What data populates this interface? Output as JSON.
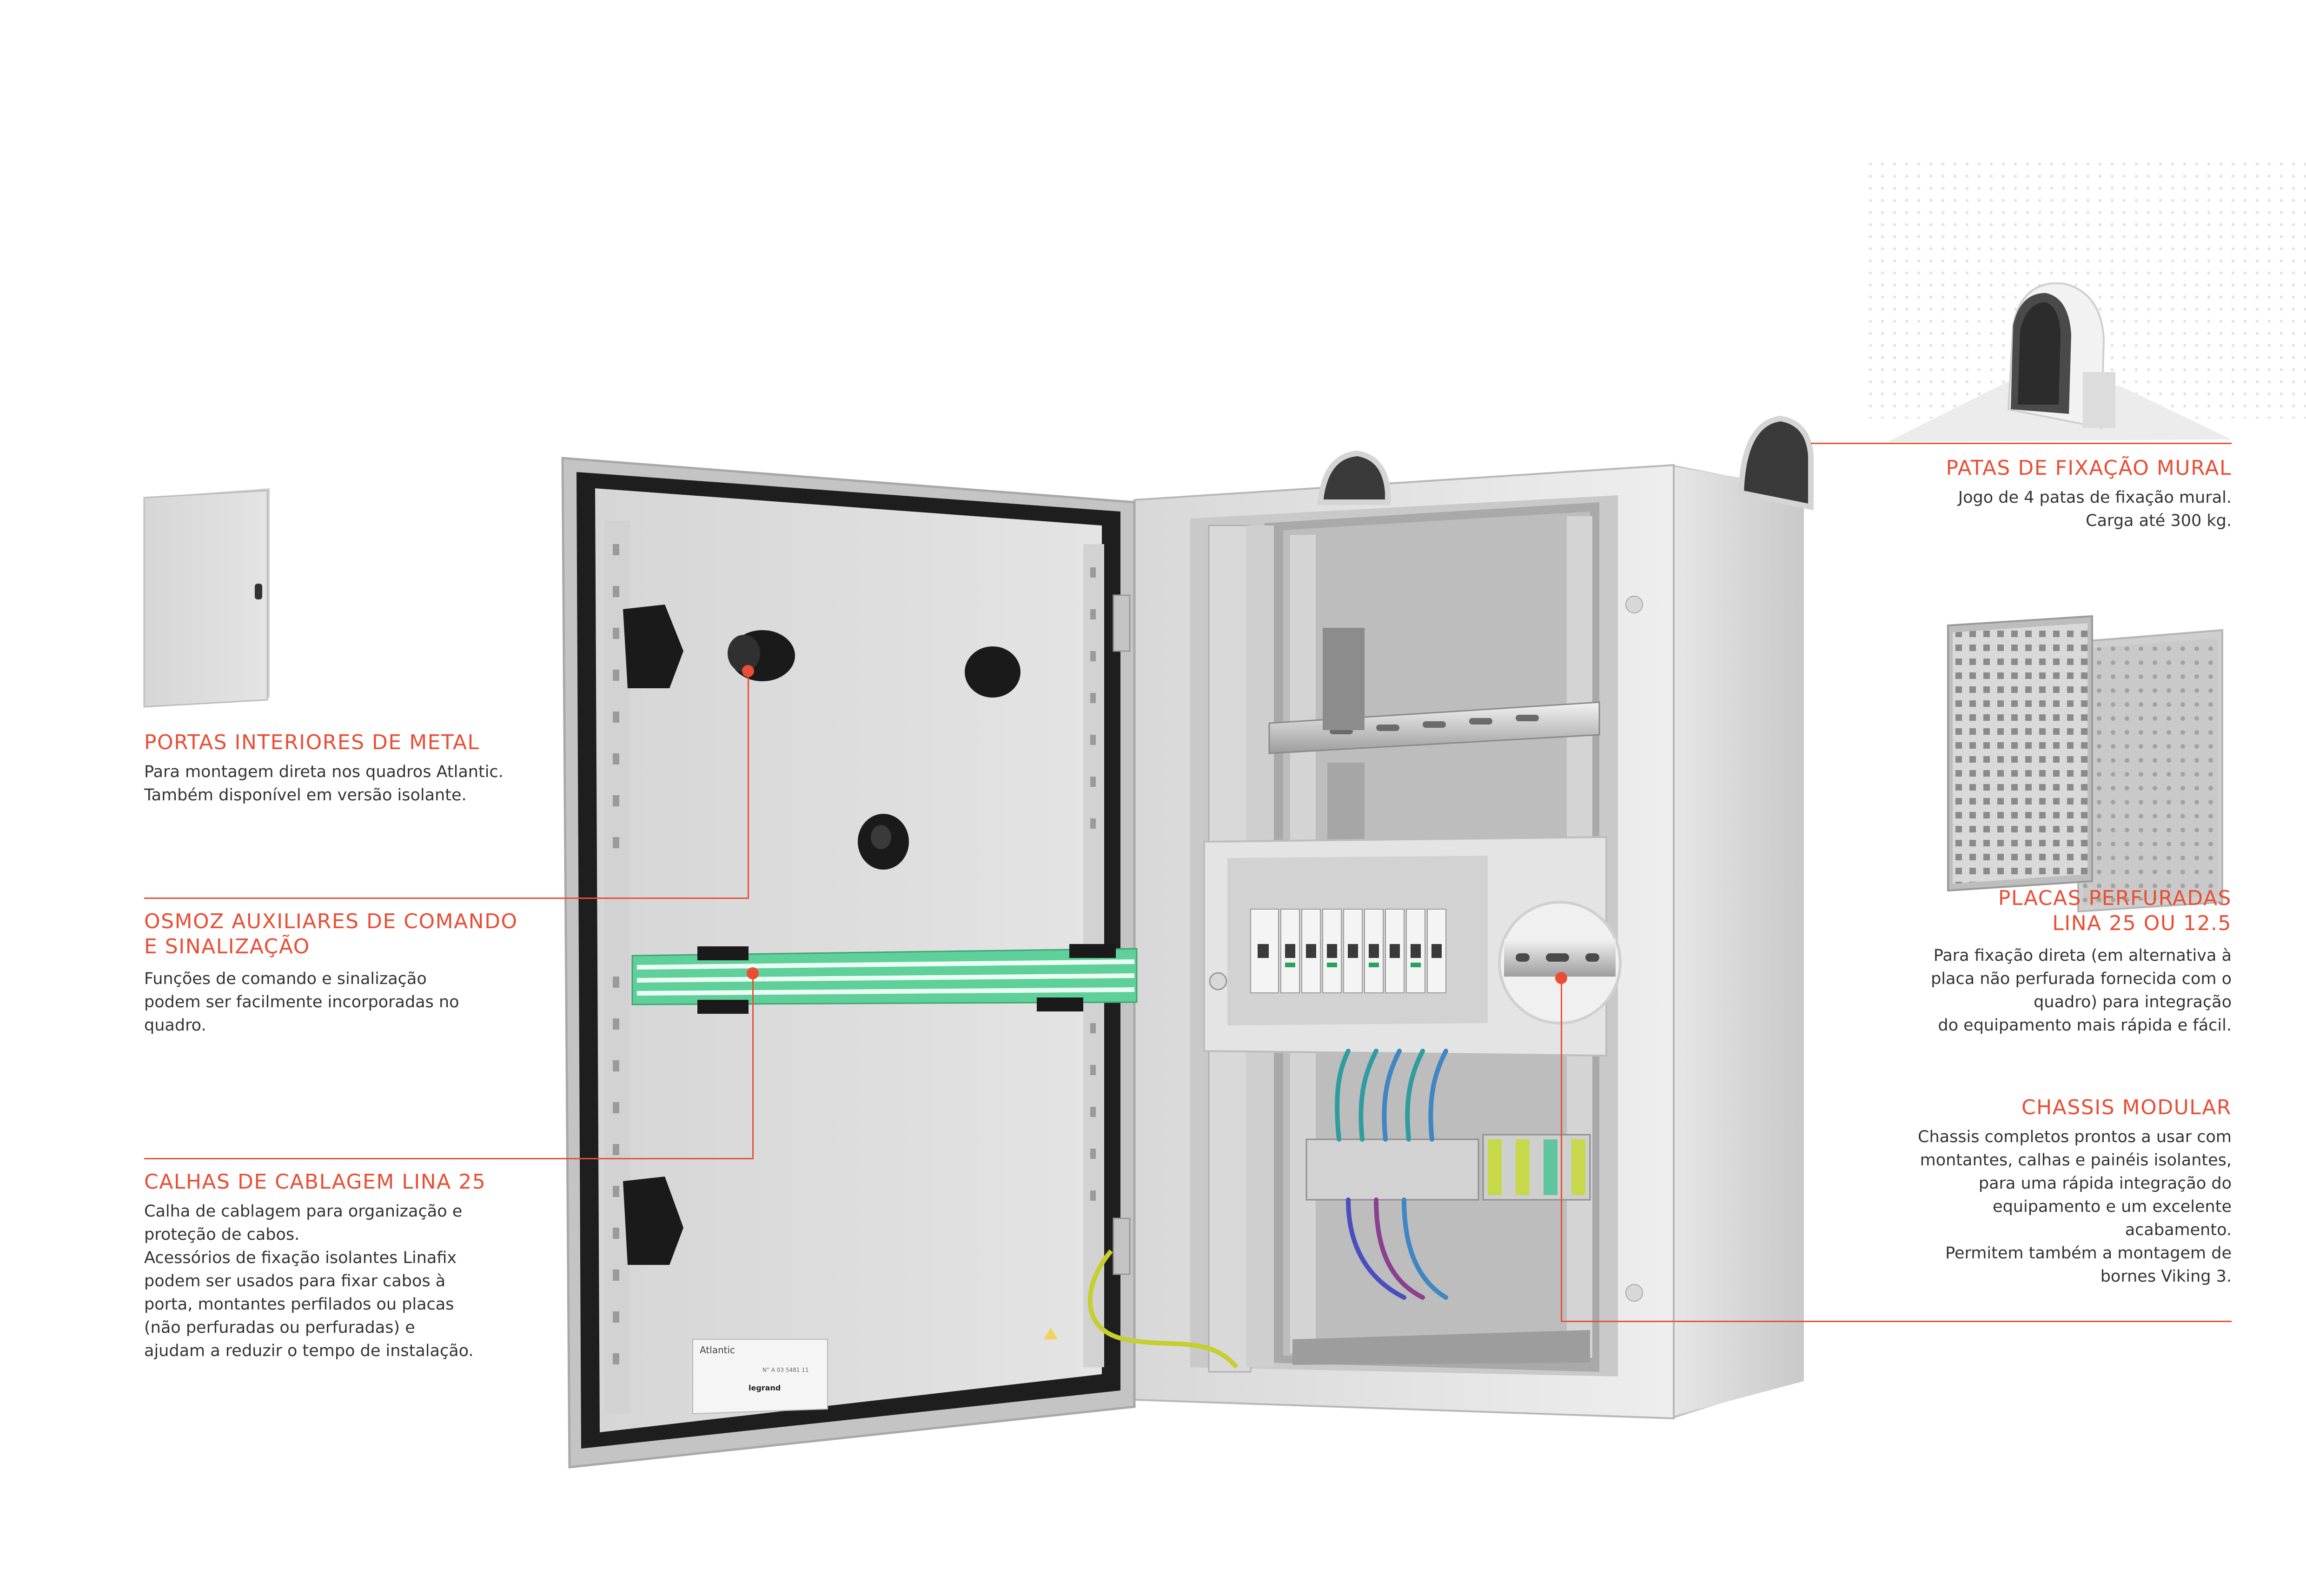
{
  "colors": {
    "accent": "#e94e35",
    "text": "#333333",
    "cabinet": "#e6e6e6",
    "gasket": "#1e1e1e",
    "cable_trunking": "#5fd09a"
  },
  "features": [
    {
      "id": "doors",
      "title": [
        "PORTAS INTERIORES DE METAL"
      ],
      "desc": [
        "Para montagem direta nos quadros Atlantic.",
        "Também disponível em versão isolante."
      ]
    },
    {
      "id": "osmoz",
      "title": [
        "OSMOZ AUXILIARES DE COMANDO",
        "E SINALIZAÇÃO"
      ],
      "desc": [
        "Funções de comando e sinalização",
        "podem ser facilmente incorporadas no",
        "quadro."
      ]
    },
    {
      "id": "calhas",
      "title": [
        "CALHAS DE CABLAGEM LINA 25"
      ],
      "desc": [
        "Calha de cablagem para organização e",
        "proteção de cabos.",
        "Acessórios de fixação isolantes Linafix",
        "podem ser usados para fixar cabos à",
        "porta,  montantes perfilados ou placas",
        "(não perfuradas ou perfuradas) e",
        "ajudam a reduzir o tempo de instalação."
      ]
    },
    {
      "id": "patas",
      "title": [
        "PATAS DE FIXAÇÃO MURAL"
      ],
      "desc": [
        "Jogo de 4 patas de fixação mural.",
        "Carga até 300 kg."
      ]
    },
    {
      "id": "placas",
      "title": [
        "PLACAS PERFURADAS",
        "LINA 25 OU 12.5"
      ],
      "desc": [
        "Para fixação direta (em alternativa à",
        "placa não perfurada fornecida com o",
        "quadro)  para integração",
        "do equipamento mais rápida e fácil."
      ]
    },
    {
      "id": "chassis",
      "title": [
        "CHASSIS MODULAR"
      ],
      "desc": [
        "Chassis completos prontos a usar com",
        "montantes, calhas e painéis isolantes,",
        "para uma rápida integração do",
        "equipamento e um excelente",
        "acabamento.",
        "Permitem também a montagem de",
        "bornes Viking 3."
      ]
    }
  ],
  "label_plate": {
    "brand": "Atlantic",
    "maker": "legrand",
    "ref": "N° A 03 5481 11"
  },
  "icons": [
    "interior-door-image",
    "wall-fixing-lug-image",
    "perforated-plate-image",
    "cabinet-image",
    "push-button-icon",
    "pilot-light-icon",
    "door-lock-icon",
    "circuit-breaker-icon",
    "terminal-block-icon"
  ]
}
